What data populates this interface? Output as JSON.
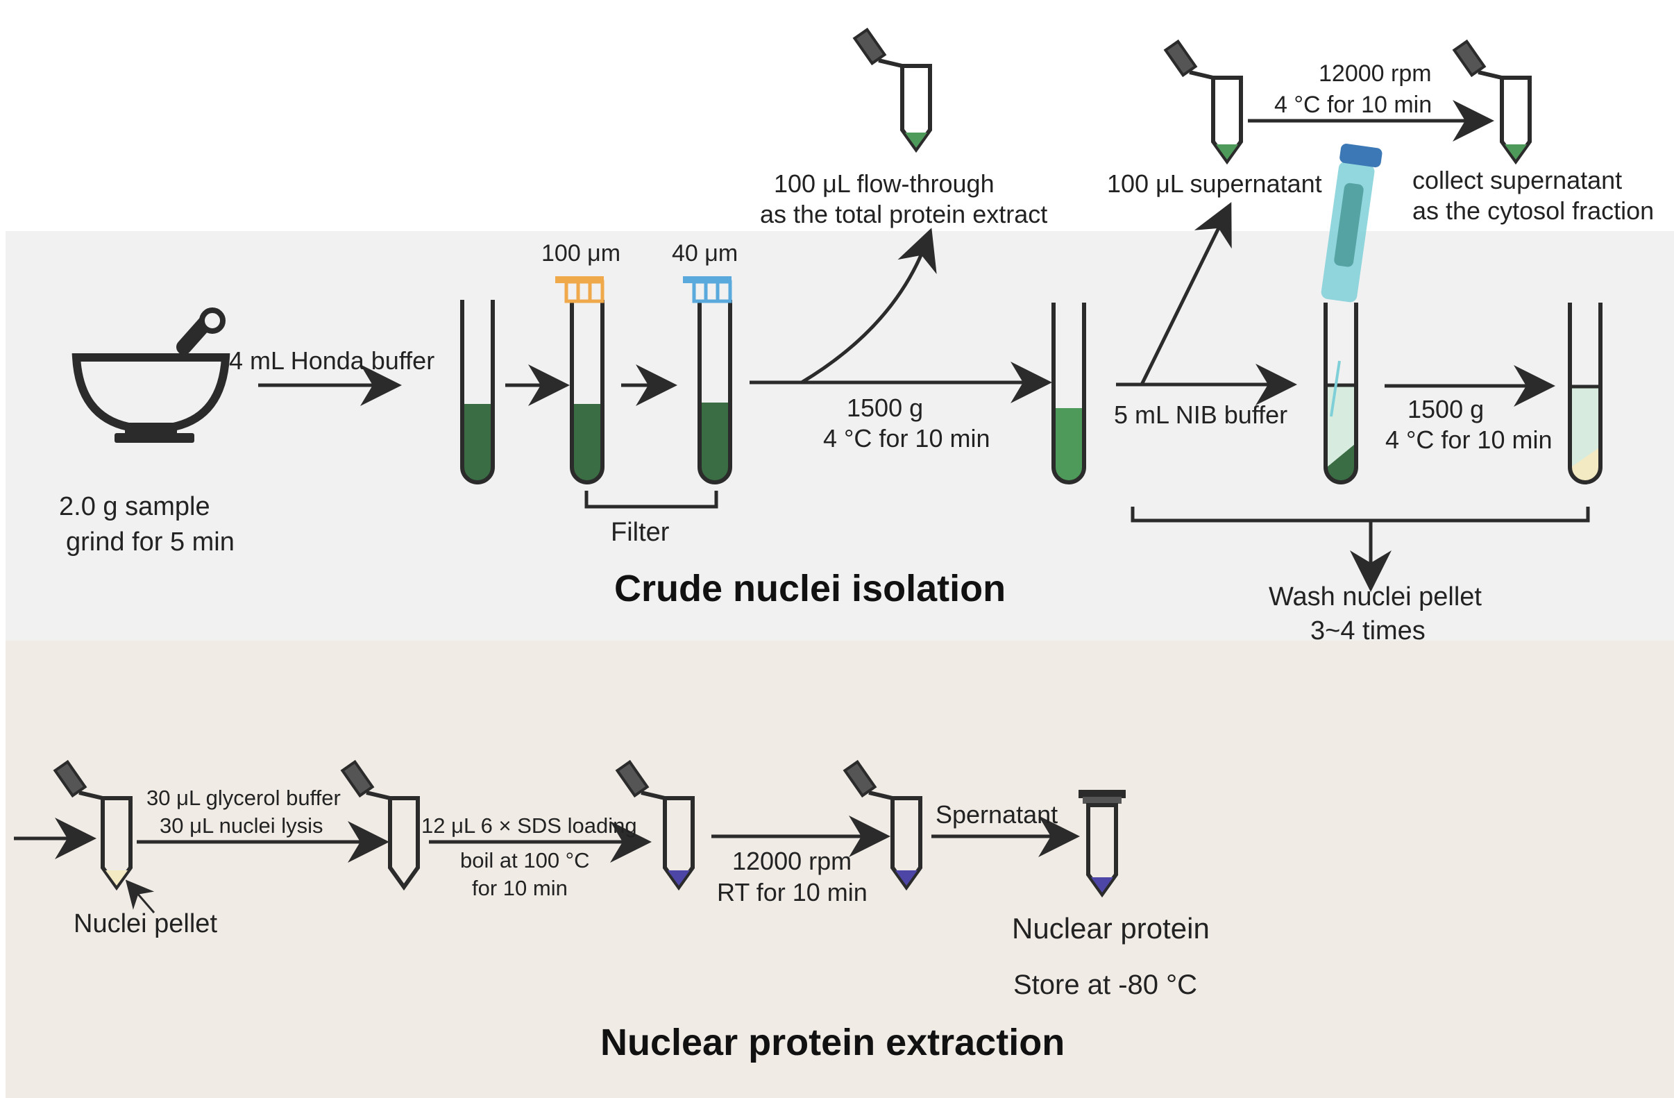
{
  "colors": {
    "top_panel": "#f1f1f1",
    "bottom_panel": "#f0ebe5",
    "dark_green": "#3a6d43",
    "mid_green": "#4e9a5a",
    "pale_green": "#d7ecdf",
    "pale_yellow": "#f3e9c2",
    "filter_orange": "#f0a94a",
    "filter_blue": "#5aa9dc",
    "pellet_blue": "#4d46a6",
    "pipette": "#7fcfd8"
  },
  "icons": [
    "mortar-pestle-icon",
    "test-tube-icon",
    "microcentrifuge-tube-icon",
    "cell-strainer-icon",
    "pipette-icon",
    "arrow-icon"
  ],
  "top": {
    "sample_line1": "2.0 g  sample",
    "sample_line2": "grind for 5 min",
    "honda_buffer": "4 mL Honda buffer",
    "mesh_100": "100 μm",
    "mesh_40": "40 μm",
    "filter": "Filter",
    "spin1_line1": "1500 g",
    "spin1_line2": "4 °C for 10 min",
    "flow_line1": "100 μL flow-through",
    "flow_line2": "as the total  protein extract",
    "nib_buffer": "5 mL NIB buffer",
    "supernatant": "100 μL supernatant",
    "rpm_line1": "12000 rpm",
    "rpm_line2": "4 °C for 10 min",
    "cyto_line1": "collect supernatant",
    "cyto_line2": "as the cytosol fraction",
    "spin2_line1": "1500 g",
    "spin2_line2": "4 °C for 10 min",
    "wash_line1": "Wash nuclei pellet",
    "wash_line2": "3~4 times",
    "section_title": "Crude nuclei isolation"
  },
  "bottom": {
    "glycerol": "30 μL glycerol buffer",
    "lysis": "30 μL nuclei lysis",
    "nuclei_pellet": "Nuclei pellet",
    "sds": "12 μL 6 × SDS loading",
    "boil_line1": "boil at 100 °C",
    "boil_line2": "for 10 min",
    "rpm": "12000 rpm",
    "rt": "RT for 10 min",
    "spernatant": "Spernatant",
    "nuclear_protein": "Nuclear protein",
    "store": "Store at -80 °C",
    "section_title": "Nuclear protein extraction"
  }
}
